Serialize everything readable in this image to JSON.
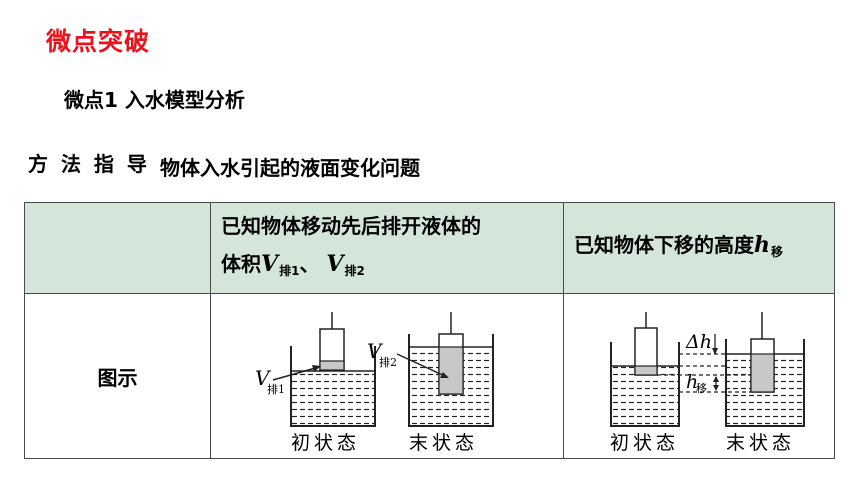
{
  "heading": "微点突破",
  "subheading": "微点1  入水模型分析",
  "method_label": "方 法 指 导",
  "method_topic": "物体入水引起的液面变化问题",
  "table": {
    "col2_header_line1": "已知物体移动先后排开液体的",
    "col2_header_prefix": "体积",
    "col2_v1_sym": "V",
    "col2_v1_sub": "排1",
    "col2_sep": "、",
    "col2_v2_sym": "V",
    "col2_v2_sub": "排2",
    "col3_header_prefix": "已知物体下移的高度",
    "col3_h_sym": "h",
    "col3_h_sub": "移",
    "row_label": "图示"
  },
  "diagram_left": {
    "v1_sym": "V",
    "v1_sub": "排1",
    "v2_sym": "V",
    "v2_sub": "排2",
    "caption_initial": "初状态",
    "caption_final": "末状态"
  },
  "diagram_right": {
    "dh_label": "Δh",
    "h_sym": "h",
    "h_sub": "移",
    "caption_initial": "初状态",
    "caption_final": "末状态"
  },
  "colors": {
    "heading": "#e8141c",
    "header_fill": "#d3e6d9",
    "submerged_fill": "#c8c8c8"
  }
}
